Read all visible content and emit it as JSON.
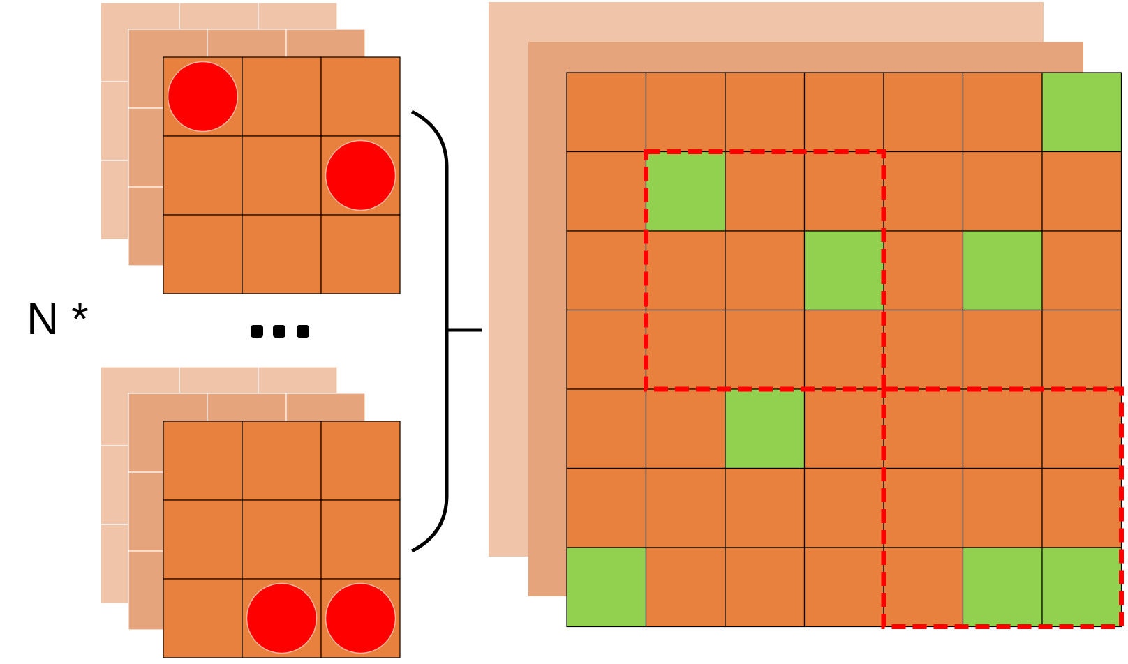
{
  "labels": {
    "multiplier": "N *"
  },
  "colors": {
    "cell": "#e9813e",
    "back_layer": "#f0c4a8",
    "mid_layer": "#e5a47c",
    "active_cell": "#92d050",
    "kernel_dot": "#ff0000",
    "window_outline": "#ff0000",
    "grid_line": "#000000"
  },
  "kernels": [
    {
      "rows": 3,
      "cols": 3,
      "dots": [
        [
          0,
          0
        ],
        [
          1,
          2
        ]
      ]
    },
    {
      "rows": 3,
      "cols": 3,
      "dots": [
        [
          2,
          1
        ],
        [
          2,
          2
        ]
      ]
    }
  ],
  "feature_map": {
    "rows": 7,
    "cols": 7,
    "active_cells": [
      [
        0,
        6
      ],
      [
        1,
        1
      ],
      [
        2,
        3
      ],
      [
        2,
        5
      ],
      [
        4,
        2
      ],
      [
        6,
        0
      ],
      [
        6,
        5
      ],
      [
        6,
        6
      ]
    ],
    "windows": [
      {
        "row": 1,
        "col": 1,
        "size": 3
      },
      {
        "row": 4,
        "col": 4,
        "size": 3
      }
    ]
  }
}
